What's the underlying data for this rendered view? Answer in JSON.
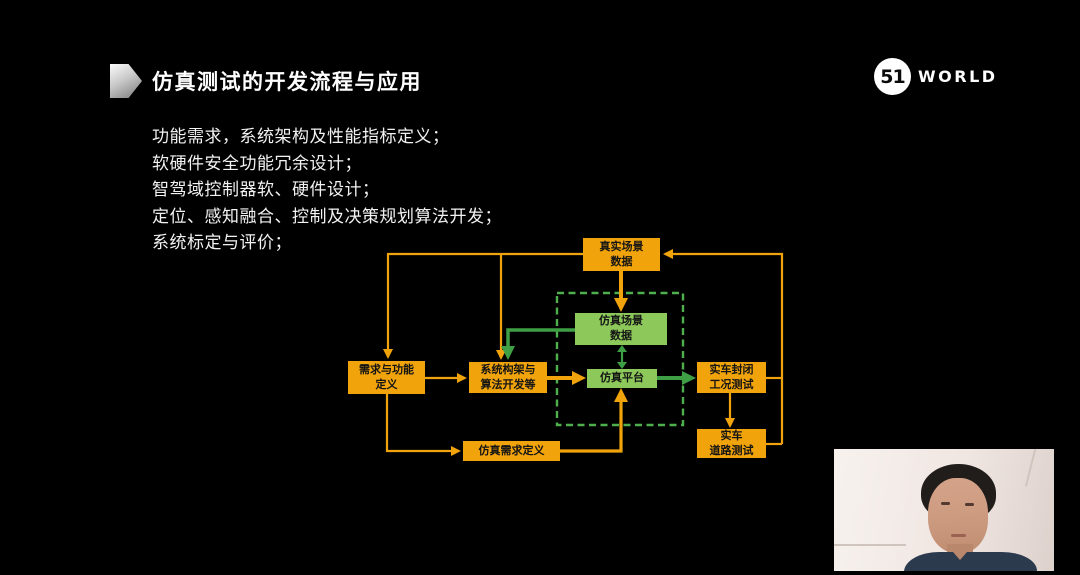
{
  "slide": {
    "title": "仿真测试的开发流程与应用",
    "bullets": [
      "功能需求，系统架构及性能指标定义；",
      "软硬件安全功能冗余设计；",
      "智驾域控制器软、硬件设计；",
      "定位、感知融合、控制及决策规划算法开发；",
      "系统标定与评价；"
    ]
  },
  "logo": {
    "number": "51",
    "word": "WORLD"
  },
  "flowchart": {
    "nodes": {
      "real_scene_data": {
        "label": "真实场景\n数据",
        "color": "yellow"
      },
      "requirement_definition": {
        "label": "需求与功能\n定义",
        "color": "yellow"
      },
      "system_architecture": {
        "label": "系统构架与\n算法开发等",
        "color": "yellow"
      },
      "simulation_requirement": {
        "label": "仿真需求定义",
        "color": "yellow"
      },
      "simulation_scene_data": {
        "label": "仿真场景\n数据",
        "color": "green"
      },
      "simulation_platform": {
        "label": "仿真平台",
        "color": "green"
      },
      "closed_course_test": {
        "label": "实车封闭\n工况测试",
        "color": "yellow"
      },
      "road_test": {
        "label": "实车\n道路测试",
        "color": "yellow"
      }
    },
    "edges": [
      {
        "from": "real_scene_data",
        "to": "requirement_definition",
        "color": "yellow"
      },
      {
        "from": "real_scene_data",
        "to": "system_architecture",
        "color": "yellow"
      },
      {
        "from": "real_scene_data",
        "to": "simulation_scene_data",
        "color": "yellow"
      },
      {
        "from": "requirement_definition",
        "to": "system_architecture",
        "color": "yellow"
      },
      {
        "from": "requirement_definition",
        "to": "simulation_requirement",
        "color": "yellow"
      },
      {
        "from": "simulation_requirement",
        "to": "simulation_platform",
        "color": "yellow"
      },
      {
        "from": "system_architecture",
        "to": "simulation_platform",
        "color": "yellow"
      },
      {
        "from": "simulation_scene_data",
        "to": "simulation_platform",
        "bidirectional": true,
        "color": "green"
      },
      {
        "from": "simulation_scene_data",
        "to": "system_architecture",
        "color": "green"
      },
      {
        "from": "simulation_platform",
        "to": "closed_course_test",
        "color": "green"
      },
      {
        "from": "closed_course_test",
        "to": "road_test",
        "color": "yellow"
      },
      {
        "from": "closed_course_test",
        "to": "real_scene_data",
        "color": "yellow"
      },
      {
        "from": "road_test",
        "to": "real_scene_data",
        "color": "yellow"
      }
    ],
    "dashed_group": "simulation boundary (green dashed)"
  },
  "colors": {
    "yellow": "#F1A30B",
    "green_box": "#8CC85A",
    "green_arrow": "#3F9F45",
    "dashed_green": "#4DB04D",
    "background": "#000000"
  },
  "webcam": {
    "description": "presenter video feed, person with dark hair and navy shirt against light wall"
  }
}
